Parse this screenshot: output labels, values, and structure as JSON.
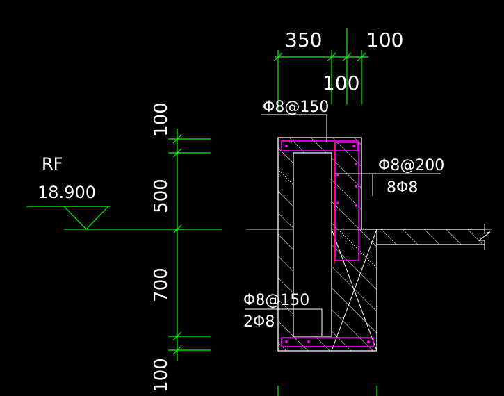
{
  "drawing": {
    "level": {
      "name": "RF",
      "value": "18.900"
    },
    "horizontal_dims": {
      "d1": "350",
      "d2": "100",
      "d3": "100"
    },
    "vertical_dims": {
      "d1": "100",
      "d2": "500",
      "d3": "700",
      "d4": "100"
    },
    "rebar_labels": {
      "top_stirrup": "Φ8@150",
      "side_stirrup": "Φ8@200",
      "side_bars": "8Φ8",
      "bottom_stirrup": "Φ8@150",
      "bottom_bars": "2Φ8"
    },
    "colors": {
      "background": "#000000",
      "dimension": "#00ff00",
      "outline": "#ffffff",
      "rebar": "#ff00ff",
      "rebar_alt": "#ff2020"
    }
  }
}
